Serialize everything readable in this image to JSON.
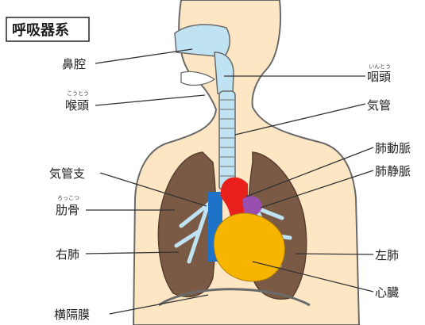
{
  "title": "呼吸器系",
  "labels": {
    "nasal_cavity": "鼻腔",
    "pharynx": "咽頭",
    "pharynx_ruby": "いんとう",
    "larynx": "喉頭",
    "larynx_ruby": "こうとう",
    "trachea": "気管",
    "pulmonary_artery": "肺動脈",
    "pulmonary_vein": "肺静脈",
    "bronchus": "気管支",
    "rib": "肋骨",
    "rib_ruby": "ろっこつ",
    "right_lung": "右肺",
    "left_lung": "左肺",
    "heart": "心臓",
    "diaphragm": "横隔膜"
  },
  "colors": {
    "skin": "#fde6c4",
    "outline": "#6a6a6a",
    "lung": "#7a5a45",
    "airway": "#bfe3f2",
    "heart": "#f7b500",
    "artery": "#e8201c",
    "vein": "#1e73c8",
    "pulmonary_vein": "#9a4fb0"
  }
}
